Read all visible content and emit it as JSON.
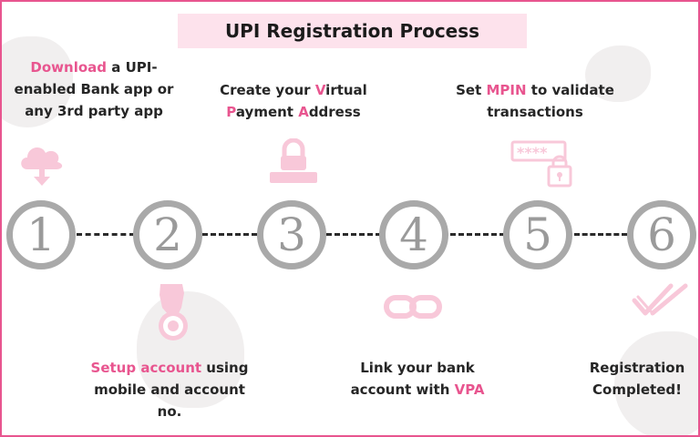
{
  "title": "UPI Registration Process",
  "colors": {
    "accent": "#e8558f",
    "icon_fill": "#f8c8d9",
    "circle": "#a9a9a9",
    "title_bg": "#fde2ec"
  },
  "steps": [
    {
      "number": "1",
      "icon": "cloud-download-icon",
      "text": [
        {
          "t": "Download",
          "hl": true
        },
        {
          "t": " a UPI-enabled Bank app or any 3rd party app",
          "hl": false
        }
      ]
    },
    {
      "number": "2",
      "icon": "hand-press-icon",
      "text": [
        {
          "t": "Setup account",
          "hl": true
        },
        {
          "t": " using mobile and account no.",
          "hl": false
        }
      ]
    },
    {
      "number": "3",
      "icon": "lock-icon",
      "text": [
        {
          "t": "Create your ",
          "hl": false
        },
        {
          "t": "V",
          "hl": true
        },
        {
          "t": "irtual ",
          "hl": false
        },
        {
          "t": "P",
          "hl": true
        },
        {
          "t": "ayment ",
          "hl": false
        },
        {
          "t": "A",
          "hl": true
        },
        {
          "t": "ddress",
          "hl": false
        }
      ]
    },
    {
      "number": "4",
      "icon": "link-icon",
      "text": [
        {
          "t": "Link your bank account with ",
          "hl": false
        },
        {
          "t": "VPA",
          "hl": true
        }
      ]
    },
    {
      "number": "5",
      "icon": "password-lock-icon",
      "text": [
        {
          "t": "Set ",
          "hl": false
        },
        {
          "t": "MPIN",
          "hl": true
        },
        {
          "t": " to validate transactions",
          "hl": false
        }
      ]
    },
    {
      "number": "6",
      "icon": "double-check-icon",
      "text": [
        {
          "t": "Registration Completed!",
          "hl": false
        }
      ]
    }
  ]
}
